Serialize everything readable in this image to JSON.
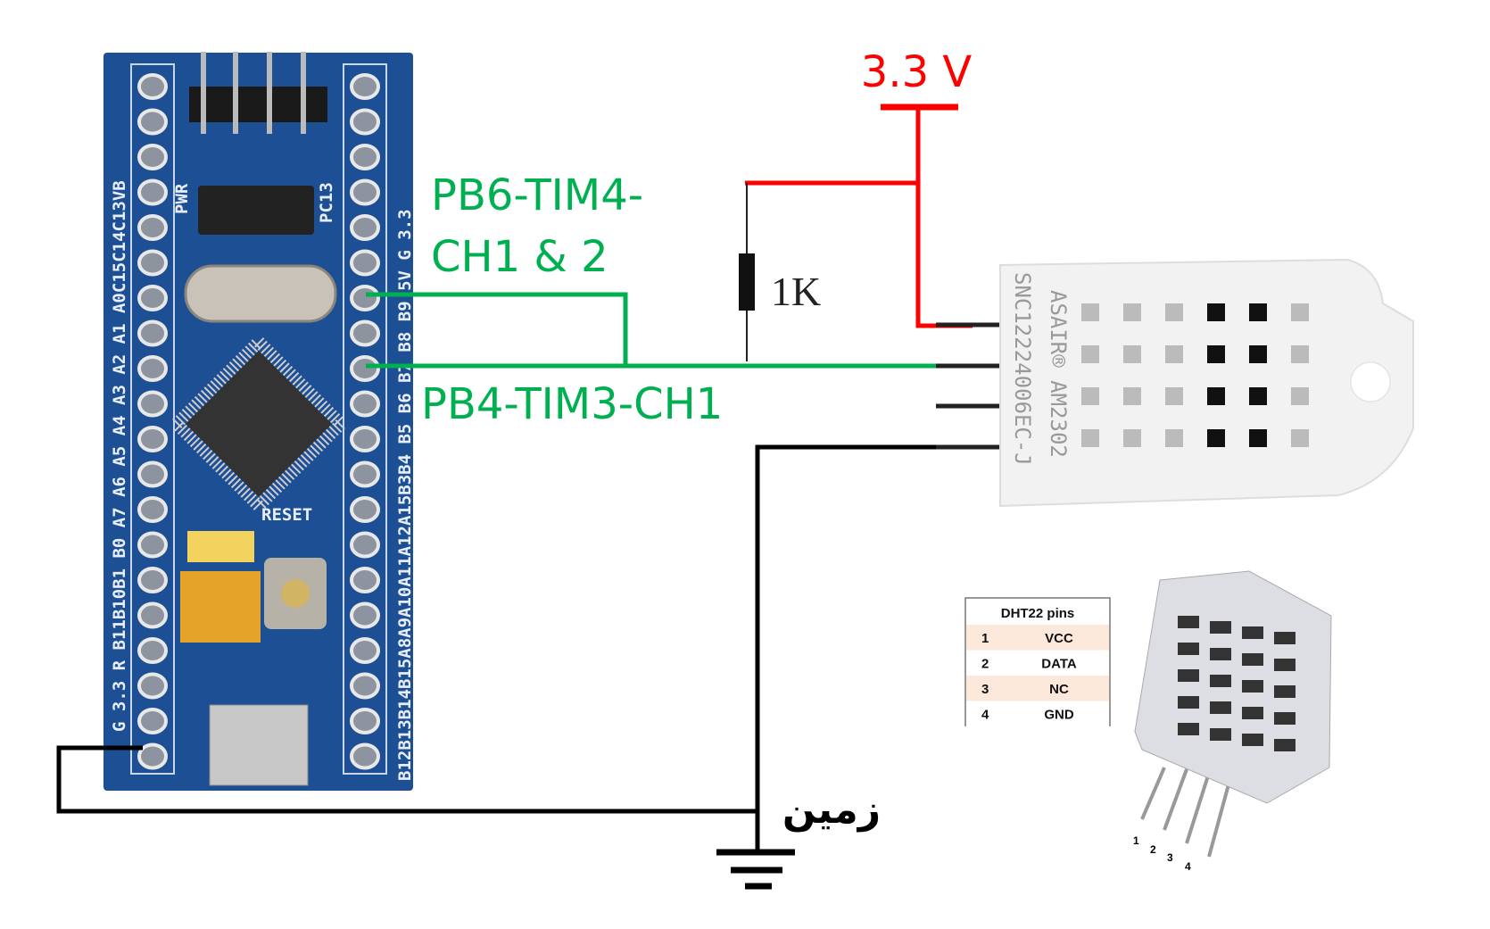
{
  "supply_label": "3.3 V",
  "resistor_label": "1K",
  "ground_label": "زمین",
  "signal_labels": {
    "pb6_line1": "PB6-TIM4-",
    "pb6_line2": "CH1 & 2",
    "pb4": "PB4-TIM3-CH1"
  },
  "board": {
    "left_pins": "G 3.3 R B11B10B1 B0 A7 A6 A5 A4 A3 A2 A1 A0C15C14C13VB",
    "right_pins": "B12B13B14B15A8A9A10A11A12A15B3B4 B5 B6 B7 B8 B9 5V G 3.3",
    "reset_label": "RESET",
    "pwr_label": "PWR",
    "led_label": "PC13"
  },
  "sensor": {
    "marking_line1": "ASAIR® AM2302",
    "marking_line2": "SNC12224006EC-J"
  },
  "pin_table": {
    "title": "DHT22 pins",
    "rows": [
      {
        "num": "1",
        "name": "VCC"
      },
      {
        "num": "2",
        "name": "DATA"
      },
      {
        "num": "3",
        "name": "NC"
      },
      {
        "num": "4",
        "name": "GND"
      }
    ]
  },
  "sensor_3d_pin_numbers": [
    "1",
    "2",
    "3",
    "4"
  ],
  "colors": {
    "power": "#ff0000",
    "signal": "#00b050",
    "ground": "#000000",
    "board": "#1d4f95",
    "table_stripe": "#fce9dc"
  }
}
